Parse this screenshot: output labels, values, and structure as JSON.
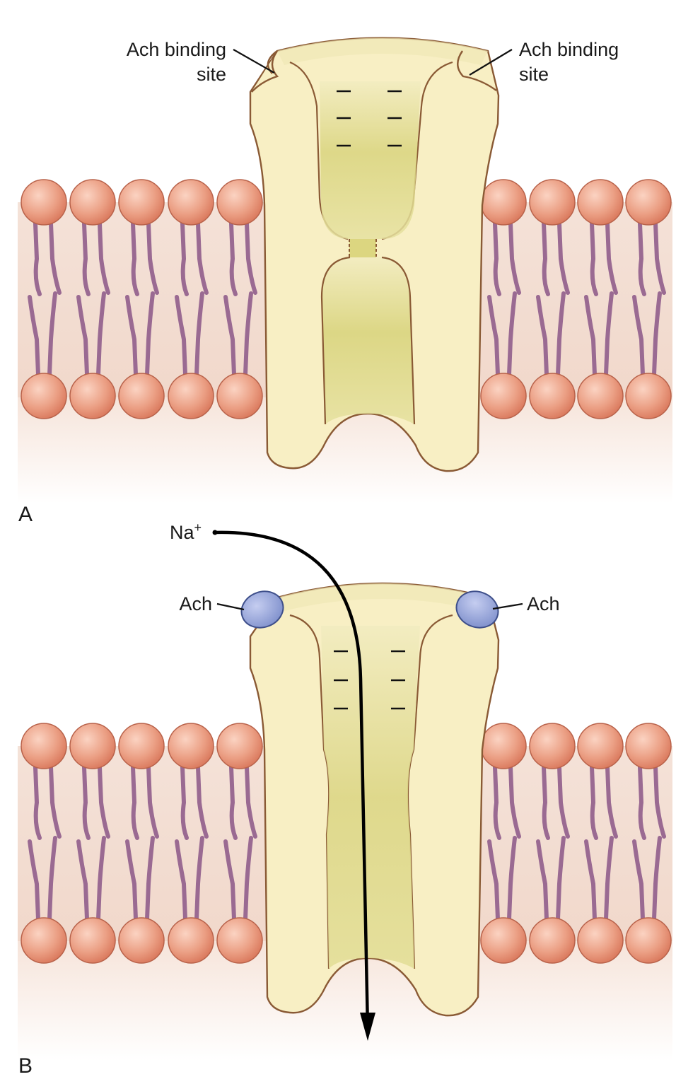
{
  "panels": [
    {
      "letter": "A",
      "left_label": [
        "Ach binding",
        "site"
      ],
      "right_label": [
        "Ach binding",
        "site"
      ]
    },
    {
      "letter": "B",
      "left_label": "Ach",
      "right_label": "Ach",
      "ion": "Na",
      "ion_charge": "+"
    }
  ],
  "colors": {
    "lipid_head": "#e8957a",
    "lipid_tail": "#9a6a92",
    "membrane_band": "#f3ddd2",
    "channel_fill": "#f8efc4",
    "channel_outline": "#8a5a35",
    "pore_fill": "#dfd98a",
    "ach_molecule": "#8f9fd6"
  }
}
